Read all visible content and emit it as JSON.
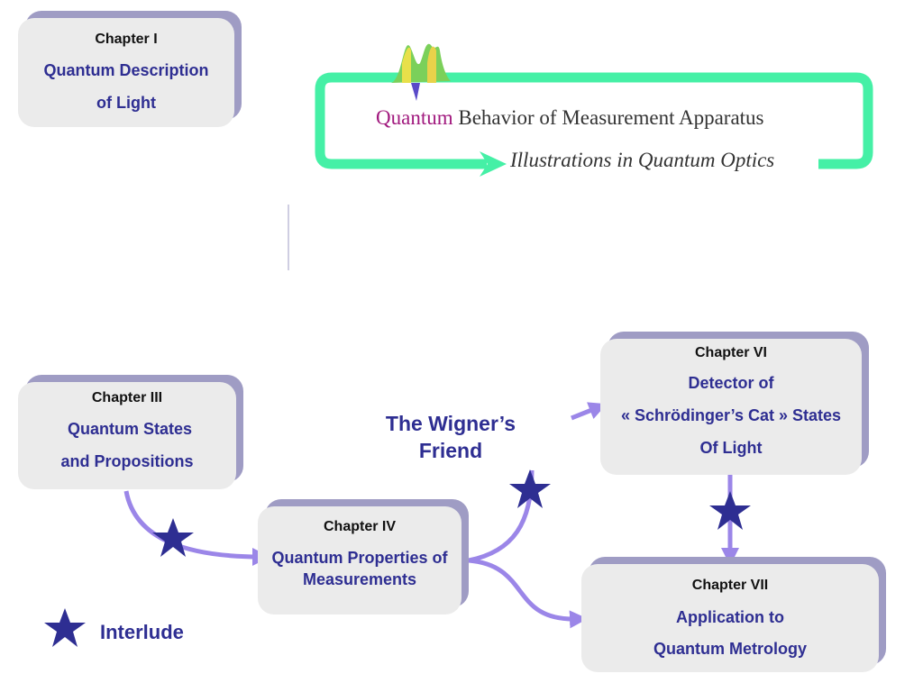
{
  "colors": {
    "card_face": "#ebebeb",
    "card_shadow": "#9f9cc4",
    "title_blue": "#2e2e92",
    "arrow_purple": "#9b86e8",
    "star_navy": "#2e2e92",
    "banner_green": "#45f0a6",
    "quantum_magenta": "#a1197e"
  },
  "banner": {
    "quantum_word": "Quantum",
    "rest_of_title": " Behavior of Measurement Apparatus",
    "subtitle": "Illustrations in Quantum Optics"
  },
  "chapters": {
    "ch1": {
      "label": "Chapter I",
      "lines": [
        "Quantum Description",
        "of Light"
      ]
    },
    "ch3": {
      "label": "Chapter III",
      "lines": [
        "Quantum States",
        "and Propositions"
      ]
    },
    "ch4": {
      "label": "Chapter IV",
      "lines": [
        "Quantum Properties of",
        "Measurements"
      ]
    },
    "ch6": {
      "label": "Chapter VI",
      "lines": [
        "Detector of",
        "« Schrödinger’s Cat » States",
        "Of Light"
      ]
    },
    "ch7": {
      "label": "Chapter VII",
      "lines": [
        "Application to",
        "Quantum Metrology"
      ]
    }
  },
  "wigner": {
    "line1": "The Wigner’s",
    "line2": "Friend"
  },
  "legend": {
    "label": "Interlude",
    "icon": "star-icon"
  }
}
